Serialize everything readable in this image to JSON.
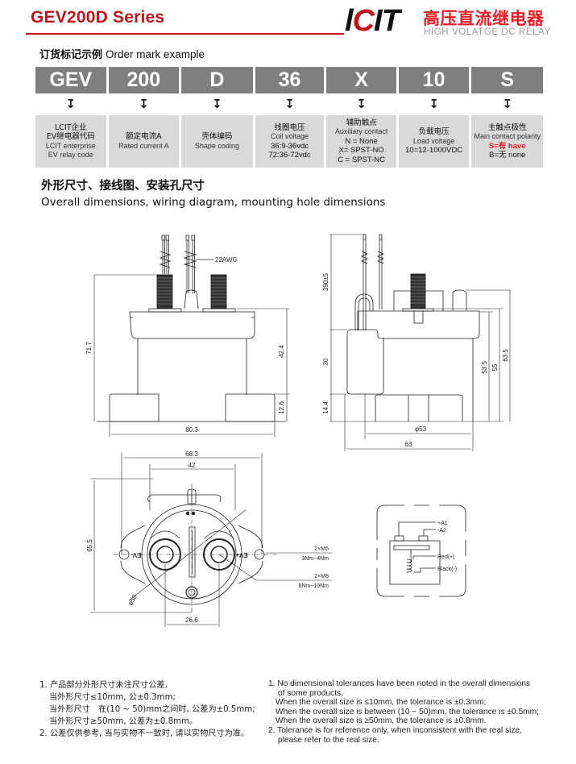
{
  "header": {
    "series_title": "GEV200D Series",
    "logo": {
      "mark_l": "l",
      "mark_c": "C",
      "mark_it": "IT",
      "cn": "高压直流继电器",
      "en": "HIGH VOLATGE DC RELAY"
    },
    "brand_color": "#c0151c"
  },
  "order_mark": {
    "heading_cn": "订货标记示例",
    "heading_en": "Order mark example",
    "arrow_glyph": "↧",
    "codes": [
      "GEV",
      "200",
      "D",
      "36",
      "X",
      "10",
      "S"
    ],
    "descriptions": [
      {
        "cn": [
          "LCIT企业",
          "EV继电器代码"
        ],
        "en": [
          "LCIT enterprise",
          "EV relay code"
        ],
        "options": []
      },
      {
        "cn": [
          "额定电流A"
        ],
        "en": [
          "Rated current A"
        ],
        "options": []
      },
      {
        "cn": [
          "壳体编码"
        ],
        "en": [
          "Shape coding"
        ],
        "options": []
      },
      {
        "cn": [
          "线圈电压"
        ],
        "en": [
          "Coil voltage"
        ],
        "options": [
          "36:9-36vdc",
          "72:36-72vdc"
        ]
      },
      {
        "cn": [
          "辅助触点"
        ],
        "en": [
          "Auxiliary contact"
        ],
        "options": [
          "N = None",
          "X= SPST-NO",
          "C = SPST-NC"
        ]
      },
      {
        "cn": [
          "负载电压"
        ],
        "en": [
          "Load voltage"
        ],
        "options": [
          "10=12-1000VDC"
        ]
      },
      {
        "cn": [
          "主触点极性"
        ],
        "en": [
          "Main contact polarity"
        ],
        "options_highlight": "S=有 have",
        "options": [
          "B=无 none"
        ]
      }
    ]
  },
  "dimensions": {
    "heading_cn": "外形尺寸、接线图、安装孔尺寸",
    "heading_en": "Overall dimensions, wiring diagram, mounting hole dimensions",
    "front_view": {
      "wire_label": "22AWG",
      "height_total": "71.7",
      "height_upper": "42.4",
      "height_base": "12.6",
      "width": "80.3"
    },
    "side_view": {
      "wire_length": "390±5",
      "coil_height": "30",
      "base_height": "14.4",
      "h1": "53.5",
      "h2": "55",
      "h3": "63.5",
      "diameter": "φ53",
      "width": "63"
    },
    "top_view": {
      "width_outer": "68.3",
      "width_inner": "42",
      "height": "65.5",
      "diameter": "φ58",
      "terminal_spacing": "26.6",
      "aux_thread": "2×M5",
      "aux_torque": "3Nm~4Nm",
      "main_thread": "2×M8",
      "main_torque": "8Nm~10Nm",
      "terminal_neg": "EV-",
      "terminal_pos": "EV+"
    },
    "wiring": {
      "a1": "+A1",
      "a2": "-A2",
      "red": "Red(+)",
      "black": "Black(-)"
    }
  },
  "notes": {
    "cn": [
      "1. 产品部分外形尺寸未注尺寸公差,",
      "当外形尺寸≤10mm, 公±0.3mm;",
      "当外形尺寸　在(10 ~ 50)mm之间时, 公差为±0.5mm;",
      "当外形尺寸≥50mm, 公差为±0.8mm。",
      "2. 公差仅供参考, 当与实物不一致时, 请以实物尺寸为准。"
    ],
    "en": [
      "1. No dimensional tolerances have been noted in the overall dimensions",
      "of some products.",
      "When the overall size is ≤10mm, the tolerance is ±0.3mm;",
      "When the overall size is between (10 ~ 50)mm, the tolerance is ±0.5mm;",
      "When the overall size is ≥50mm, the tolerance is ±0.8mm.",
      "2. Tolerance is for reference only, when inconsistent with the real size,",
      "please refer to the real size."
    ]
  }
}
